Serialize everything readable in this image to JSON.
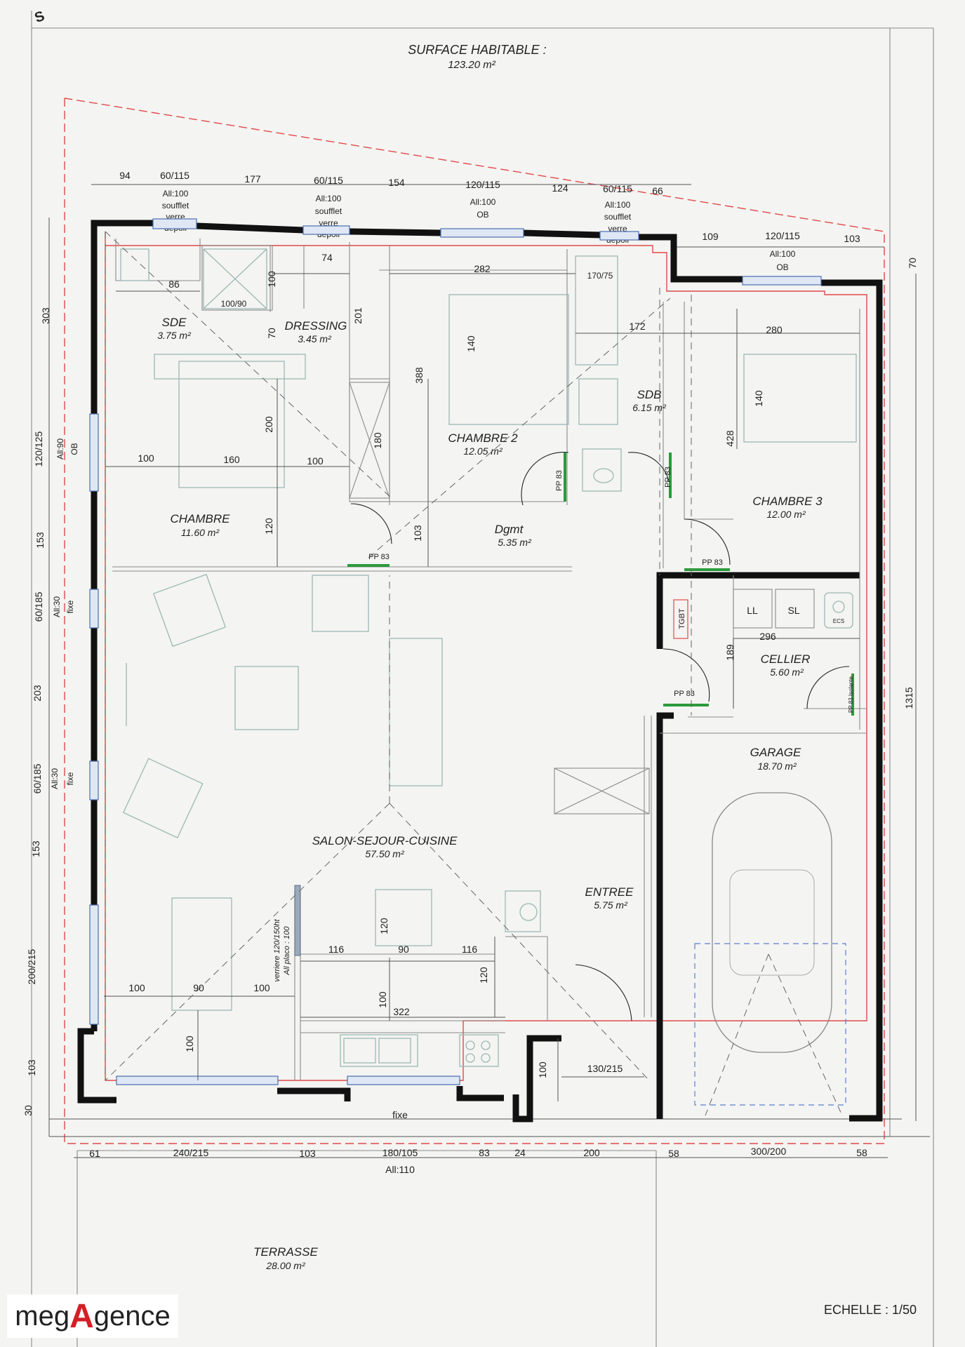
{
  "header": {
    "title": "SURFACE HABITABLE :",
    "total": "123.20 m²",
    "orientation": "S"
  },
  "rooms": {
    "sde": {
      "name": "SDE",
      "area": "3.75 m²"
    },
    "dressing": {
      "name": "DRESSING",
      "area": "3.45 m²"
    },
    "chambre2": {
      "name": "CHAMBRE 2",
      "area": "12.05 m²"
    },
    "sdb": {
      "name": "SDB",
      "area": "6.15 m²"
    },
    "chambre": {
      "name": "CHAMBRE",
      "area": "11.60 m²"
    },
    "dgmt": {
      "name": "Dgmt",
      "area": "5.35 m²"
    },
    "chambre3": {
      "name": "CHAMBRE 3",
      "area": "12.00 m²"
    },
    "cellier": {
      "name": "CELLIER",
      "area": "5.60 m²"
    },
    "garage": {
      "name": "GARAGE",
      "area": "18.70 m²"
    },
    "salon": {
      "name": "SALON-SEJOUR-CUISINE",
      "area": "57.50 m²"
    },
    "entree": {
      "name": "ENTREE",
      "area": "5.75 m²"
    },
    "terrasse": {
      "name": "TERRASSE",
      "area": "28.00 m²"
    }
  },
  "top_dims": [
    "94",
    "60/115",
    "177",
    "60/115",
    "154",
    "120/115",
    "124",
    "60/115",
    "66",
    "109",
    "120/115",
    "103",
    "70"
  ],
  "window_notes": {
    "w1": [
      "All:100",
      "soufflet",
      "verre",
      "dépoli"
    ],
    "w2": [
      "All:100",
      "soufflet",
      "verre",
      "dépoli"
    ],
    "w3": [
      "All:100",
      "OB"
    ],
    "w4": [
      "All:100",
      "soufflet",
      "verre",
      "dépoli"
    ],
    "w5": [
      "All:100",
      "OB"
    ]
  },
  "left_dims": [
    "303",
    "120/125",
    "All:90",
    "OB",
    "153",
    "60/185",
    "All:30",
    "fixe",
    "203",
    "60/185",
    "All:30",
    "fixe",
    "153",
    "200/215",
    "103",
    "30"
  ],
  "right_dims": [
    "70",
    "1315"
  ],
  "bottom_dims": [
    "61",
    "240/215",
    "103",
    "180/105",
    "83",
    "24",
    "200",
    "58",
    "300/200",
    "58"
  ],
  "bottom_note": "All:110",
  "fixe_label": "fixe",
  "inner_dims": {
    "d86": "86",
    "d100_90": "100/90",
    "d100a": "100",
    "d74": "74",
    "d282": "282",
    "d170_75": "170/75",
    "d70": "70",
    "d201": "201",
    "d388": "388",
    "d140a": "140",
    "d172": "172",
    "d280": "280",
    "d140b": "140",
    "d428": "428",
    "d200": "200",
    "d180": "180",
    "d100b": "100",
    "d160": "160",
    "d100c": "100",
    "d120a": "120",
    "d103": "103",
    "d296": "296",
    "d189": "189",
    "d116a": "116",
    "d90": "90",
    "d116b": "116",
    "d120b": "120",
    "d120c": "120",
    "d100d": "100",
    "d322": "322",
    "d100e": "100",
    "d90b": "90",
    "d100f": "100",
    "d100g": "100",
    "d100h": "100",
    "d130_215": "130/215"
  },
  "doors": {
    "pp1": "PP 83",
    "pp2": "PP 83",
    "pp3": "PP 83",
    "pp4": "PP 83",
    "pp5": "PP 83",
    "pp6": "PP 83 Isolante"
  },
  "equipment": {
    "ll": "LL",
    "sl": "SL",
    "ecs": "ECS",
    "tgbt": "TGBT"
  },
  "verriere": [
    "verriere 120/150ht",
    "All placo : 100"
  ],
  "scale": "ECHELLE : 1/50",
  "logo": {
    "pre": "meg",
    "mid": "A",
    "post": "gence"
  }
}
